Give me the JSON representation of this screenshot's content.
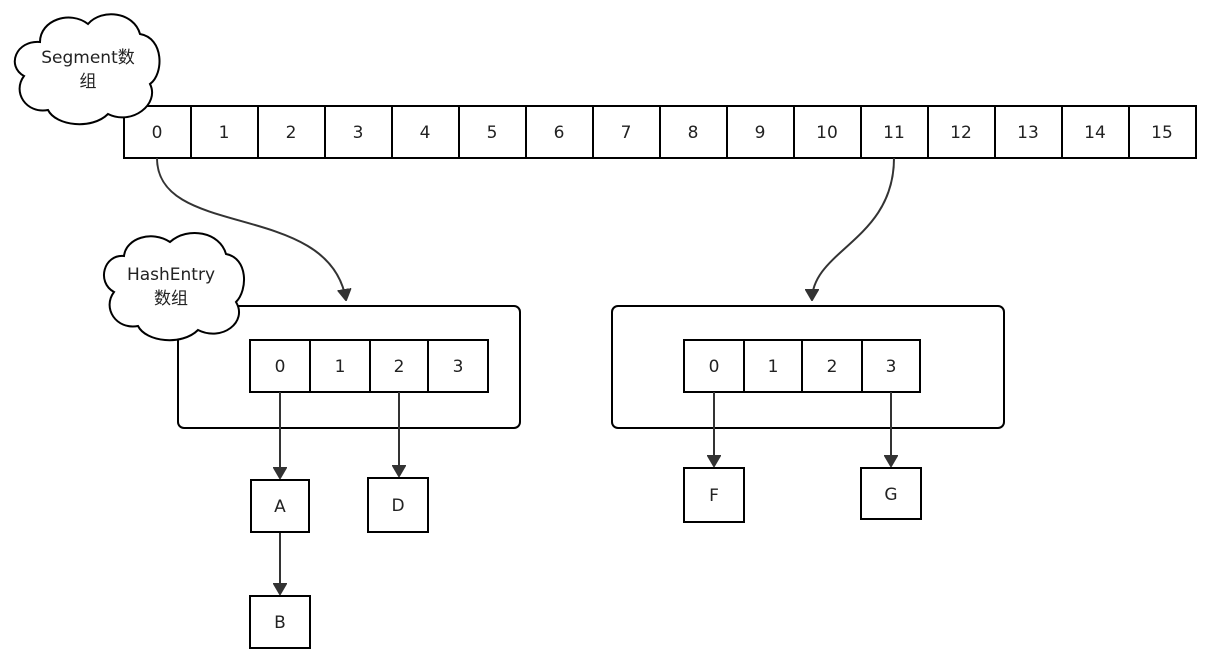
{
  "segment_array": {
    "cloud_label_line1": "Segment数",
    "cloud_label_line2": "组",
    "cells": [
      "0",
      "1",
      "2",
      "3",
      "4",
      "5",
      "6",
      "7",
      "8",
      "9",
      "10",
      "11",
      "12",
      "13",
      "14",
      "15"
    ]
  },
  "hashentry_cloud": {
    "label_line1": "HashEntry",
    "label_line2": "数组"
  },
  "left_table": {
    "cells": [
      "0",
      "1",
      "2",
      "3"
    ]
  },
  "right_table": {
    "cells": [
      "0",
      "1",
      "2",
      "3"
    ]
  },
  "nodes": {
    "A": "A",
    "B": "B",
    "D": "D",
    "F": "F",
    "G": "G"
  }
}
